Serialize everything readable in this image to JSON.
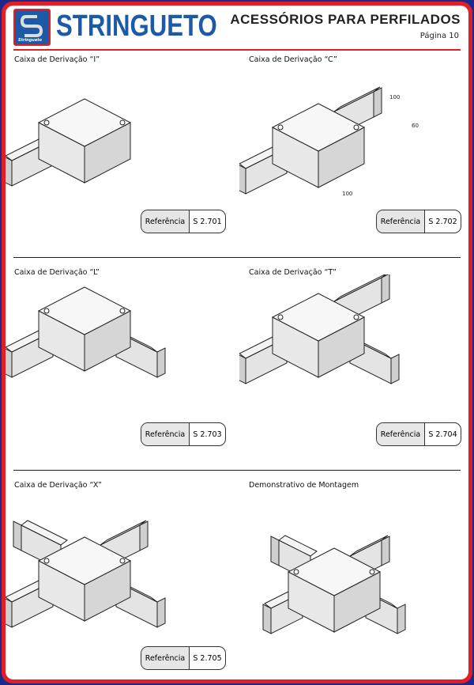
{
  "header": {
    "brand": "STRINGUETO",
    "logo_text": "Stringueto",
    "title": "ACESSÓRIOS PARA PERFILADOS",
    "page": "Página 10"
  },
  "colors": {
    "brand_blue": "#1c5aa8",
    "accent_red": "#e31e24"
  },
  "items": [
    {
      "caption": "Caixa de Derivação “I”",
      "ref_label": "Referência",
      "ref_code": "S 2.701"
    },
    {
      "caption": "Caixa de Derivação “C”",
      "ref_label": "Referência",
      "ref_code": "S 2.702",
      "dims": [
        "100",
        "60",
        "100"
      ]
    },
    {
      "caption": "Caixa de Derivação “L”",
      "ref_label": "Referência",
      "ref_code": "S 2.703"
    },
    {
      "caption": "Caixa de Derivação “T”",
      "ref_label": "Referência",
      "ref_code": "S 2.704"
    },
    {
      "caption": "Caixa de Derivação “X”",
      "ref_label": "Referência",
      "ref_code": "S 2.705"
    },
    {
      "caption": "Demonstrativo de Montagem"
    }
  ]
}
